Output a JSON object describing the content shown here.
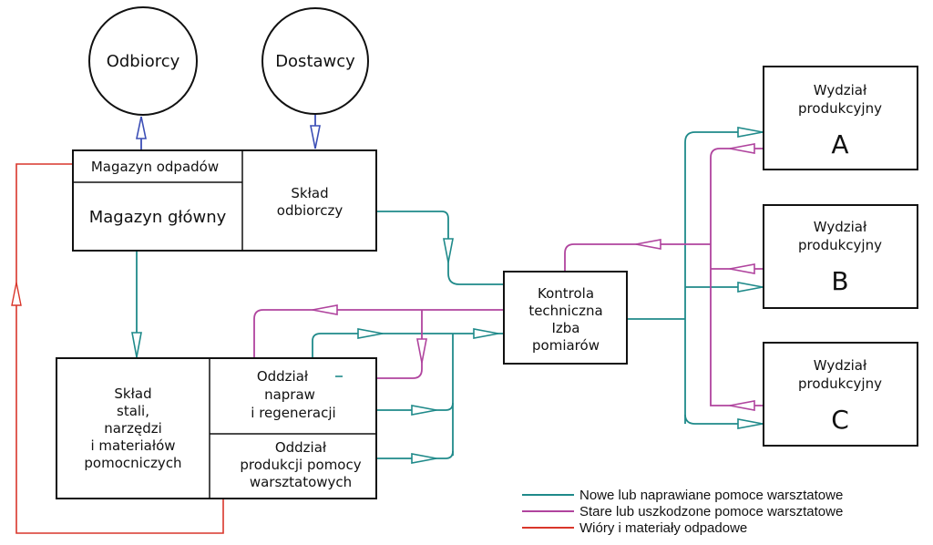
{
  "nodes": {
    "odbiorcy": "Odbiorcy",
    "dostawcy": "Dostawcy",
    "magazyn_odpadow": "Magazyn odpadów",
    "magazyn_glowny": "Magazyn główny",
    "sklad_odbiorczy": [
      "Skład",
      "odbiorczy"
    ],
    "kontrola": [
      "Kontrola",
      "techniczna",
      "Izba",
      "pomiarów"
    ],
    "wydzial_a": [
      "Wydział",
      "produkcyjny",
      "A"
    ],
    "wydzial_b": [
      "Wydział",
      "produkcyjny",
      "B"
    ],
    "wydzial_c": [
      "Wydział",
      "produkcyjny",
      "C"
    ],
    "sklad_stali": [
      "Skład",
      "stali,",
      "narzędzi",
      "i materiałów",
      "pomocniczych"
    ],
    "oddzial_napraw": [
      "Oddział",
      "napraw",
      "i regeneracji"
    ],
    "oddzial_produkcji": [
      "Oddział",
      "produkcji pomocy",
      "warsztatowych"
    ]
  },
  "legend": [
    {
      "label": "Nowe lub naprawiane pomoce warsztatowe",
      "color": "#1f8a8a"
    },
    {
      "label": "Stare lub uszkodzone pomoce warsztatowe",
      "color": "#b0449e"
    },
    {
      "label": "Wióry i materiały odpadowe",
      "color": "#d9362b"
    }
  ],
  "colors": {
    "new_tools": "#1f8a8a",
    "old_tools": "#b0449e",
    "waste": "#d9362b",
    "supply": "#3c4fb6"
  }
}
